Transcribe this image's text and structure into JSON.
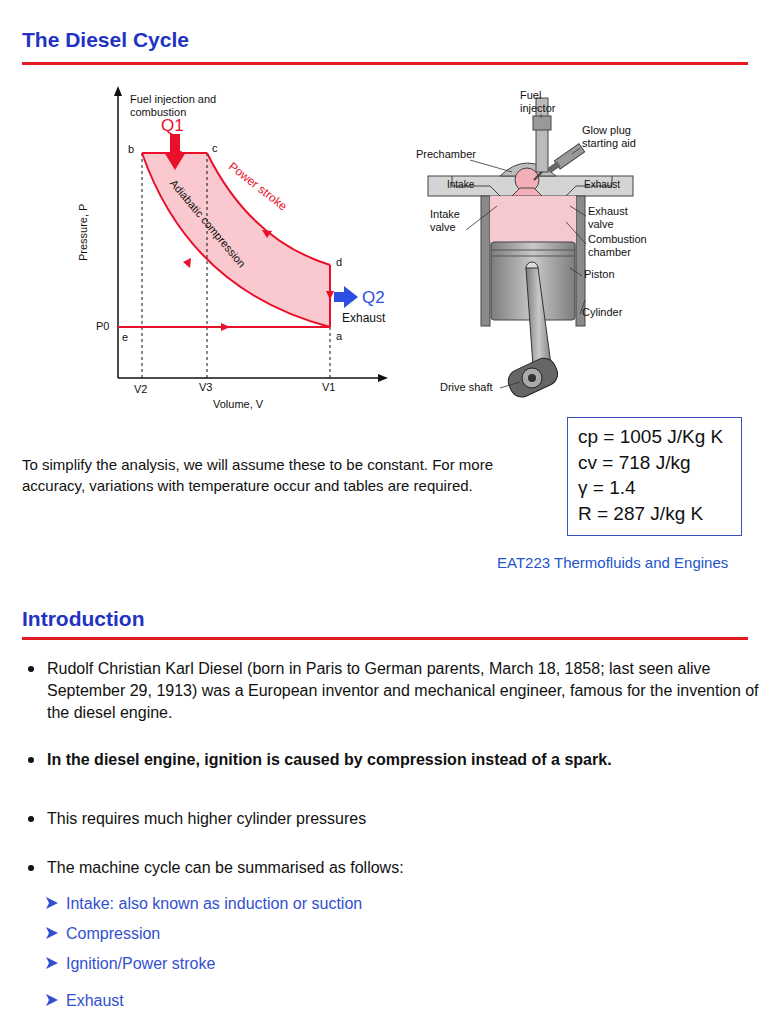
{
  "diagram": {
    "title": "The Diesel Cycle",
    "nodes": [
      {
        "text": [
          "cp = 1005 J/Kg K",
          "cv = 718 J/kg",
          "γ = 1.4",
          "R = 287 J/kg K"
        ]
      }
    ],
    "labels": [
      "Fuel injection and combustion",
      "Q1",
      "b",
      "c",
      "Power stroke",
      "Adiabatic compression",
      "d",
      "Q2",
      "Exhaust",
      "a",
      "e",
      "P0",
      "Pressure, P",
      "V2",
      "V3",
      "V1",
      "Volume, V",
      "Fuel injector",
      "Glow plug starting aid",
      "Prechamber",
      "Intake",
      "Exhaust",
      "Intake valve",
      "Exhaust valve",
      "Combustion chamber",
      "Piston",
      "Cylinder",
      "Drive shaft",
      "To simplify the analysis, we will assume these to be constant. For more accuracy, variations with temperature occur and tables are required.",
      "EAT223 Thermofluids and Engines",
      "Introduction",
      "Rudolf Christian Karl Diesel (born in Paris to German parents, March 18, 1858; last seen alive September 29, 1913) was a European inventor and mechanical engineer, famous for the invention of the diesel engine.",
      "In the diesel engine, ignition is caused by compression instead of a spark.",
      "This requires much higher cylinder pressures",
      "The machine cycle can be summarised as follows:",
      "Intake: also known as induction or suction",
      "Compression",
      "Ignition/Power stroke",
      "Exhaust"
    ]
  }
}
